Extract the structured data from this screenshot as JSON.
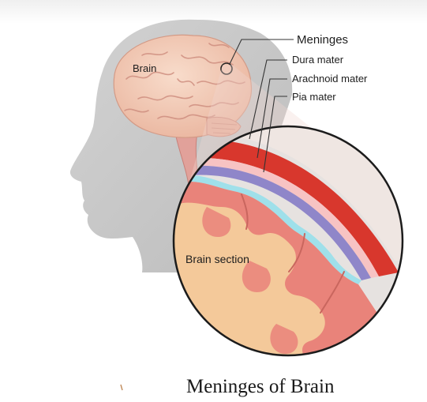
{
  "diagram": {
    "caption": "Meninges of Brain",
    "labels": {
      "brain": "Brain",
      "meninges": "Meninges",
      "dura_mater": "Dura mater",
      "arachnoid_mater": "Arachnoid mater",
      "pia_mater": "Pia mater",
      "brain_section": "Brain section"
    },
    "colors": {
      "head_silhouette": "#c4c4c4",
      "brain": "#f2c9b0",
      "brain_fold": "#d58f86",
      "dura_mater": "#d8372d",
      "arachnoid_mater": "#8f86c9",
      "pia_mater": "#9fe0ea",
      "cortex": "#e9837a",
      "white_matter": "#f4c99a",
      "skull": "#f7c3c3"
    }
  }
}
